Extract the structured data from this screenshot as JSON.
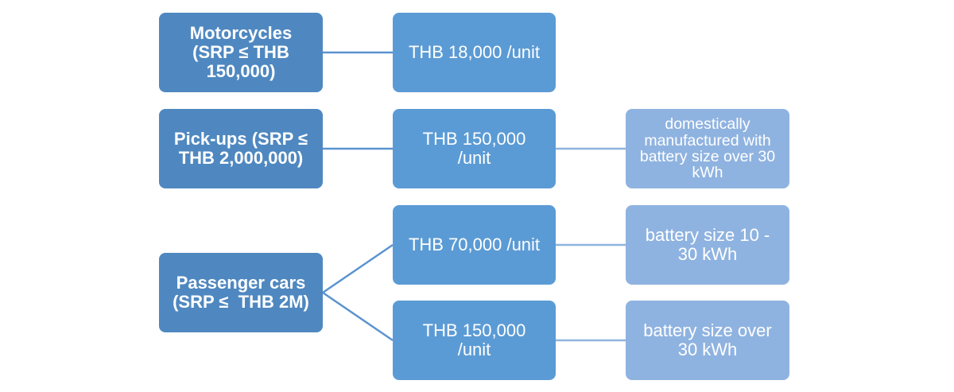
{
  "categories": [
    {
      "label": "Motorcycles (SRP ≤ THB 150,000)",
      "subsidies": [
        {
          "amount": "THB 18,000 /unit"
        }
      ]
    },
    {
      "label": "Pick-ups (SRP ≤ THB 2,000,000)",
      "subsidies": [
        {
          "amount": "THB 150,000 /unit",
          "condition": "domestically manufactured with battery size over 30 kWh"
        }
      ]
    },
    {
      "label": "Passenger cars (SRP ≤  THB 2M)",
      "subsidies": [
        {
          "amount": "THB 70,000 /unit",
          "condition": "battery size 10 - 30 kWh"
        },
        {
          "amount": "THB 150,000 /unit",
          "condition": "battery size over 30 kWh"
        }
      ]
    }
  ],
  "colors": {
    "level1": "#4f88c0",
    "level2": "#5b9bd5",
    "level3": "#8fb3e0"
  }
}
